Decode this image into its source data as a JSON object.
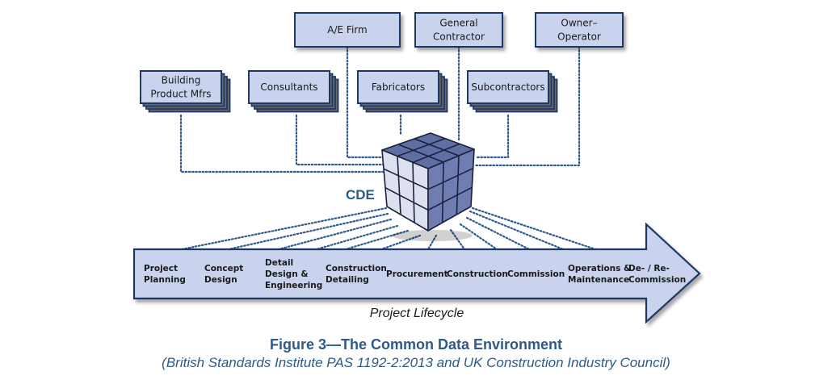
{
  "colors": {
    "box_fill": "#c9d3ee",
    "box_border": "#1f3864",
    "cube_top": "#5f6ea3",
    "cube_left": "#dde0ee",
    "cube_right": "#6f7db0",
    "connector": "#2f5a8f",
    "caption": "#2e5a8a"
  },
  "participants_single": [
    {
      "id": "ae-firm",
      "lines": [
        "A/E Firm"
      ]
    },
    {
      "id": "general-contractor",
      "lines": [
        "General",
        "Contractor"
      ]
    },
    {
      "id": "owner-operator",
      "lines": [
        "Owner–",
        "Operator"
      ]
    }
  ],
  "participants_stacked": [
    {
      "id": "building-product-mfrs",
      "lines": [
        "Building",
        "Product Mfrs"
      ]
    },
    {
      "id": "consultants",
      "lines": [
        "Consultants"
      ]
    },
    {
      "id": "fabricators",
      "lines": [
        "Fabricators"
      ]
    },
    {
      "id": "subcontractors",
      "lines": [
        "Subcontractors"
      ]
    }
  ],
  "cde": {
    "label": "CDE",
    "icon": "cube-icon"
  },
  "lifecycle": {
    "label": "Project Lifecycle",
    "stages": [
      {
        "lines": [
          "Project",
          "Planning"
        ]
      },
      {
        "lines": [
          "Concept",
          "Design"
        ]
      },
      {
        "lines": [
          "Detail",
          "Design &",
          "Engineering"
        ]
      },
      {
        "lines": [
          "Construction",
          "Detailing"
        ]
      },
      {
        "lines": [
          "Procurement"
        ]
      },
      {
        "lines": [
          "Construction"
        ]
      },
      {
        "lines": [
          "Commission"
        ]
      },
      {
        "lines": [
          "Operations &",
          "Maintenance"
        ]
      },
      {
        "lines": [
          "De- / Re-",
          "Commission"
        ]
      }
    ]
  },
  "caption": {
    "title": "Figure 3—The Common Data Environment",
    "subtitle": "(British Standards Institute PAS 1192-2:2013 and UK Construction Industry Council)"
  }
}
